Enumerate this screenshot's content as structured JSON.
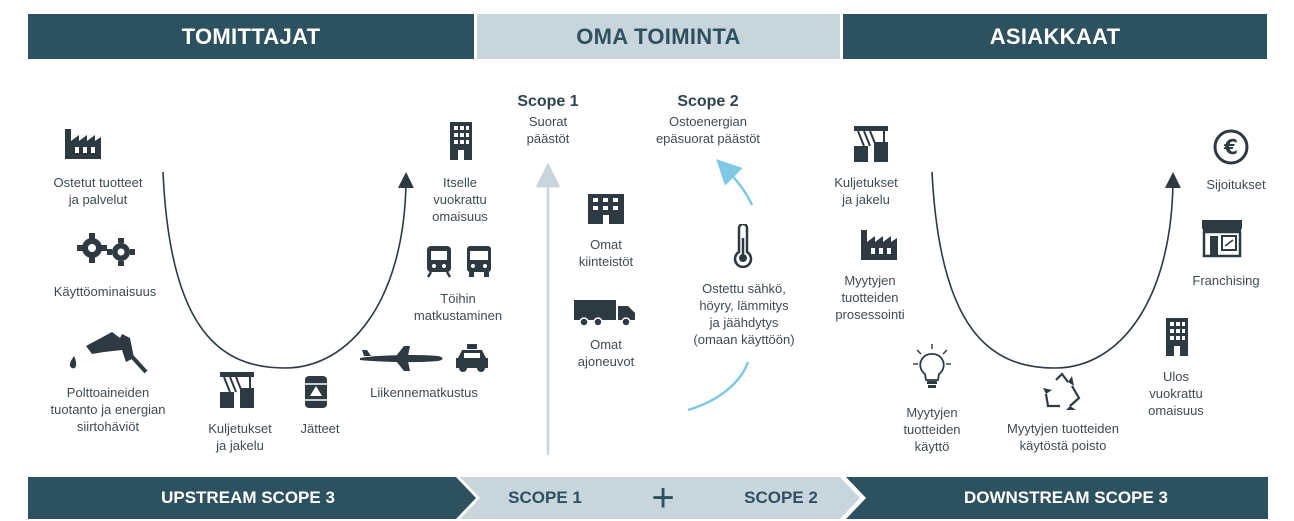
{
  "headers": {
    "left": "TOMITTAJAT",
    "center": "OMA TOIMINTA",
    "right": "ASIAKKAAT"
  },
  "upstream": {
    "purchased": "Ostetut tuotteet\nja palvelut",
    "capital": "Käyttöominaisuus",
    "fuel": "Polttoaineiden\ntuotanto ja energian\nsiirtohäviöt",
    "transport": "Kuljetukset\nja jakelu",
    "waste": "Jätteet",
    "travel": "Liikennematkustus",
    "commuting": "Töihin\nmatkustaminen",
    "leased": "Itselle\nvuokrattu\nomaisuus"
  },
  "own": {
    "scope1_title": "Scope 1",
    "scope1_desc": "Suorat\npäästöt",
    "scope2_title": "Scope 2",
    "scope2_desc": "Ostoenergian\nepäsuorat päästöt",
    "buildings": "Omat\nkiinteistöt",
    "vehicles": "Omat\najoneuvot",
    "energy": "Ostettu sähkö,\nhöyry, lämmitys\nja jäähdytys\n(omaan käyttöön)"
  },
  "downstream": {
    "transport": "Kuljetukset\nja jakelu",
    "processing": "Myytyjen\ntuotteiden\nprosessointi",
    "use": "Myytyjen\ntuotteiden\nkäyttö",
    "eol": "Myytyjen tuotteiden\nkäytöstä poisto",
    "leased_out": "Ulos\nvuokrattu\nomaisuus",
    "franchising": "Franchising",
    "investments": "Sijoitukset"
  },
  "footer": {
    "upstream": "UPSTREAM SCOPE 3",
    "scope1": "SCOPE 1",
    "plus": "+",
    "scope2": "SCOPE 2",
    "downstream": "DOWNSTREAM SCOPE 3"
  },
  "colors": {
    "dark": "#2e5160",
    "light": "#c9d5dc",
    "accent": "#7fc8e6",
    "text": "#3f4b52"
  },
  "icons": [
    "factory-icon",
    "gears-icon",
    "fuel-nozzle-icon",
    "crane-icon",
    "waste-barrel-icon",
    "airplane-icon",
    "taxi-icon",
    "train-icon",
    "bus-icon",
    "building-icon",
    "truck-icon",
    "thermometer-icon",
    "lightbulb-icon",
    "recycle-icon",
    "storefront-icon",
    "euro-icon"
  ]
}
